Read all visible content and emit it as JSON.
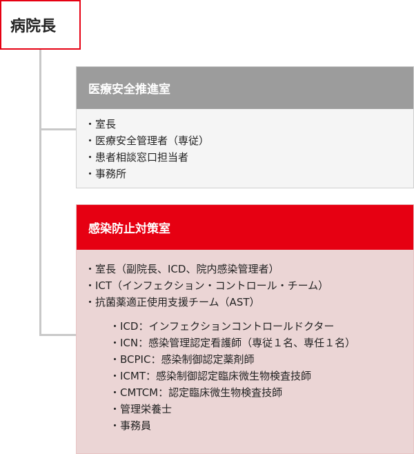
{
  "director": {
    "label": "病院長"
  },
  "safety_office": {
    "title": "医療安全推進室",
    "items": [
      "・室長",
      "・医療安全管理者（専従）",
      "・患者相談窓口担当者",
      "・事務所"
    ]
  },
  "infection_office": {
    "title": "感染防止対策室",
    "items": [
      "・室長（副院長、ICD、院内感染管理者）",
      "・ICT（インフェクション・コントロール・チーム）",
      "・抗菌薬適正使用支援チーム（AST）"
    ],
    "subitems": [
      "・ICD：インフェクションコントロールドクター",
      "・ICN：感染管理認定看護師（専従１名、専任１名）",
      "・BCPIC：感染制御認定薬剤師",
      "・ICMT：感染制御認定臨床微生物検査技師",
      "・CMTCM：認定臨床微生物検査技師",
      "・管理栄養士",
      "・事務員"
    ]
  },
  "colors": {
    "accent_red": "#e60012",
    "gray_header": "#9c9c9c",
    "pink_bg": "#ebd5d5",
    "connector": "#c8c8c8"
  }
}
